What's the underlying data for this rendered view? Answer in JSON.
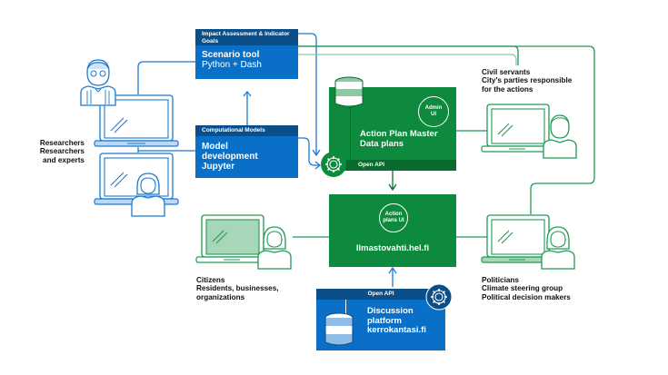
{
  "colors": {
    "blue": "#0a6fc6",
    "blue_dark": "#0b4f8a",
    "blue_line": "#1a7ad0",
    "green": "#0d8a3e",
    "green_dark": "#0a6b2f",
    "green_line": "#1f9a55",
    "green_light": "#8cc9a2"
  },
  "scenario_tool": {
    "header": "Impact Assessment & Indicator Goals",
    "title": "Scenario tool",
    "subtitle": "Python + Dash"
  },
  "model_dev": {
    "header": "Computational Models",
    "lines": [
      "Model",
      "development",
      "Jupyter"
    ]
  },
  "action_plan_master": {
    "lines": [
      "Action Plan Master",
      "Data plans"
    ],
    "badge": "Admin UI",
    "footer": "Open API"
  },
  "ilmastovahti": {
    "badge": "Action plans UI",
    "title": "Ilmastovahti.hel.fi"
  },
  "discussion": {
    "header": "Open API",
    "lines": [
      "Discussion",
      "platform",
      "kerrokantasi.fi"
    ]
  },
  "actors": {
    "researchers": [
      "Researchers",
      "Researchers",
      "and experts"
    ],
    "civil_servants": [
      "Civil servants",
      "City's parties responsible",
      "for the actions"
    ],
    "citizens": [
      "Citizens",
      "Residents, businesses,",
      "organizations"
    ],
    "politicians": [
      "Politicians",
      "Climate steering group",
      "Political decision makers"
    ]
  },
  "icons": [
    "person-glasses-icon",
    "person-woman-icon",
    "laptop-icon",
    "database-icon",
    "gear-icon"
  ]
}
